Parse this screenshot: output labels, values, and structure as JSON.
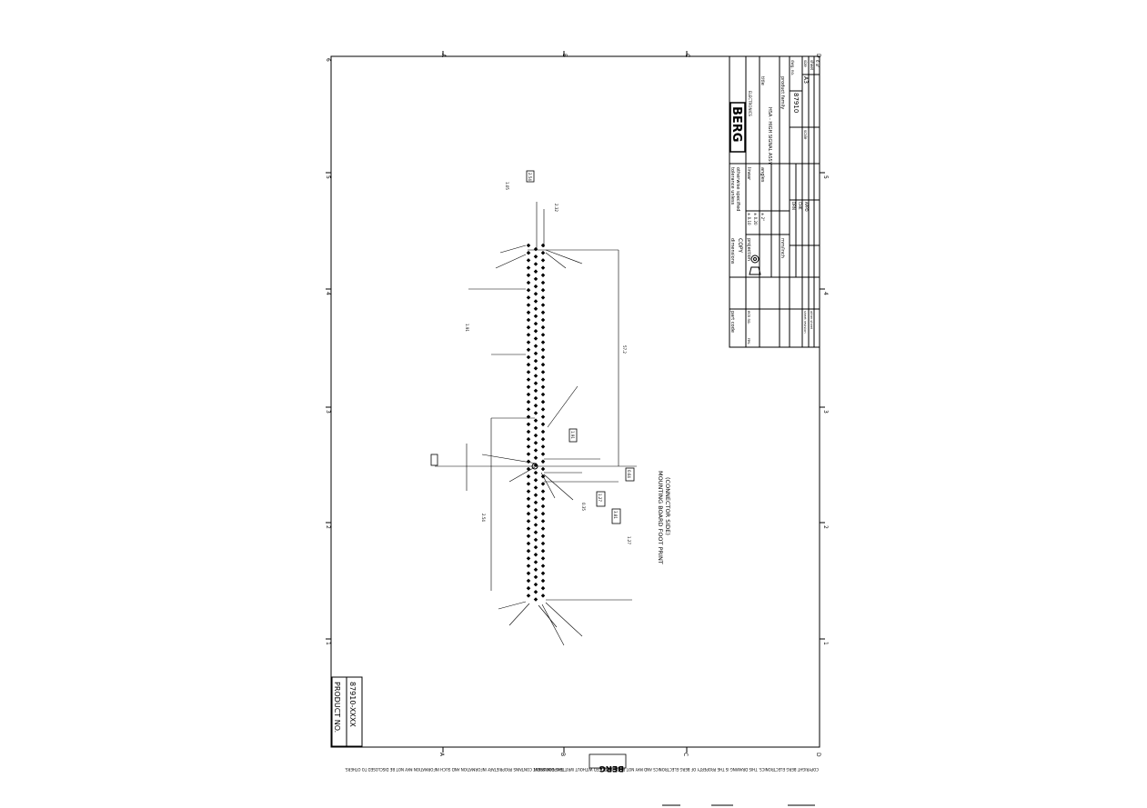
{
  "title_block": {
    "company": "BERG",
    "company_sub": "ELECTRONICS",
    "title_label": "title",
    "title_value": "HSA - HIGH SIGNAL ASSY",
    "product_family_label": "product family",
    "drawing_no_label": "dwg. no.",
    "drawing_no": "87910",
    "size_label": "size",
    "size": "A3",
    "scale_label": "scale",
    "sheet_label": "sheet",
    "sheet": "6 of",
    "tolerance_label": "tolerance unless",
    "tolerance_label2": "otherwise specified",
    "linear_label": "linear",
    "linear_tol1": "± 0.10",
    "linear_tol2": "± 0.20",
    "angles_label": "angles",
    "angles_tol": "± 2°",
    "dims_label": "dimensions",
    "projection_label": "projection",
    "copy_label": "COPY",
    "units": "mm/inch",
    "part_code_label": "part code",
    "rev_label": "rev.",
    "ecn_label": "ecn no.",
    "sheet_rev_label": "sheet revision",
    "other_sheet_label": "other sheet",
    "approvals": [
      "DRN",
      "CHK",
      "APPD"
    ]
  },
  "product_box": {
    "line1": "PRODUCT NO.",
    "line2": "87910-XXXX"
  },
  "view_label": {
    "line1": "MOUNTING BOARD FOOT PRINT",
    "line2": "(CONNECTOR SIDE)"
  },
  "zones": {
    "top": [
      "A",
      "B",
      "C",
      "D"
    ],
    "side": [
      "6",
      "5",
      "4",
      "3",
      "2",
      "1"
    ]
  },
  "dims": [
    "2.54",
    "1.27",
    "0.64",
    "1.91",
    "3.81",
    "57.2",
    "2.32",
    "1.05",
    "0.35",
    "1.91",
    "2.54"
  ],
  "copyright_note": "COPYRIGHT BERG ELECTRONICS. THIS DRAWING IS THE PROPERTY OF BERG ELECTRONICS AND MAY NOT BE REPRODUCED WITHOUT WRITTEN PERMISSION.",
  "notice": "THIS DOCUMENT CONTAINS PROPRIETARY INFORMATION AND SUCH INFORMATION MAY NOT BE DISCLOSED TO OTHERS."
}
